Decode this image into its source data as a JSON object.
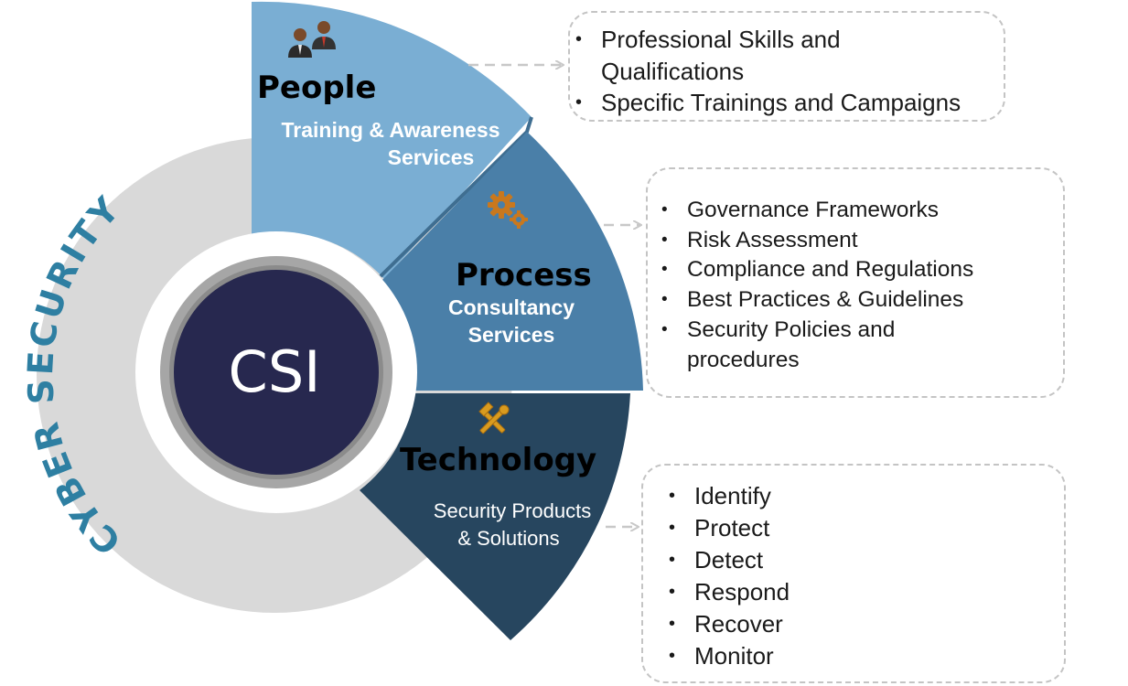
{
  "center": {
    "label": "CSI"
  },
  "ring": {
    "label": "CYBER SECURITY"
  },
  "segments": {
    "people": {
      "title": "People",
      "subtitle": [
        "Training & Awareness",
        "Services"
      ],
      "icon": "people-icon"
    },
    "process": {
      "title": "Process",
      "subtitle": [
        "Consultancy",
        "Services"
      ],
      "icon": "gears-icon"
    },
    "technology": {
      "title": "Technology",
      "subtitle": [
        "Security Products",
        "& Solutions"
      ],
      "icon": "tools-icon"
    }
  },
  "boxes": {
    "people": [
      "Professional Skills and",
      "Qualifications",
      "Specific Trainings and Campaigns"
    ],
    "process": [
      "Governance Frameworks",
      "Risk Assessment",
      "Compliance and Regulations",
      "Best Practices & Guidelines",
      "Security Policies and",
      "procedures"
    ],
    "technology": [
      "Identify",
      "Protect",
      "Detect",
      "Respond",
      "Recover",
      "Monitor"
    ]
  },
  "colors": {
    "ring": "#d9d9d9",
    "ring_text": "#2e7fa2",
    "people": "#7aaed3",
    "process": "#4a7fa8",
    "technology": "#27465f",
    "center": "#27284f",
    "center_ring": "#a6a6a6",
    "icon_orange": "#c9781e",
    "connector": "#c8c8c8"
  }
}
